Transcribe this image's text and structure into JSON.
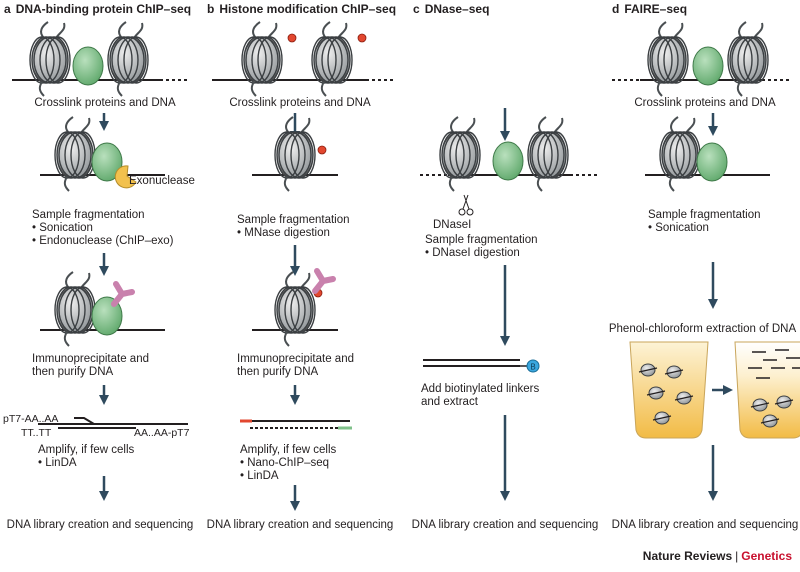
{
  "panels": [
    {
      "letter": "a",
      "title": "DNA-binding protein ChIP–seq",
      "step1": "Crosslink proteins and DNA",
      "enzyme": "Exonuclease",
      "frag_title": "Sample fragmentation",
      "frag_items": [
        "Sonication",
        "Endonuclease (ChIP–exo)"
      ],
      "ip_line1": "Immunoprecipitate and",
      "ip_line2": "then purify DNA",
      "adapter_top": "pT7-AA..AA",
      "adapter_bottom": "TT..TT",
      "adapter_right": "AA..AA-pT7",
      "amp_title": "Amplify, if few cells",
      "amp_items": [
        "LinDA"
      ],
      "final": "DNA library creation and sequencing"
    },
    {
      "letter": "b",
      "title": "Histone modification ChIP–seq",
      "step1": "Crosslink proteins and DNA",
      "frag_title": "Sample fragmentation",
      "frag_items": [
        "MNase digestion"
      ],
      "ip_line1": "Immunoprecipitate and",
      "ip_line2": "then purify DNA",
      "amp_title": "Amplify, if few cells",
      "amp_items": [
        "Nano-ChIP–seq",
        "LinDA"
      ],
      "final": "DNA library creation and sequencing"
    },
    {
      "letter": "c",
      "title": "DNase–seq",
      "enzyme": "DNaseI",
      "frag_title": "Sample fragmentation",
      "frag_items": [
        "DNaseI digestion"
      ],
      "biotin_symbol": "B",
      "linker_line1": "Add biotinylated linkers",
      "linker_line2": "and extract",
      "final": "DNA library creation and sequencing"
    },
    {
      "letter": "d",
      "title": "FAIRE–seq",
      "step1": "Crosslink proteins and DNA",
      "frag_title": "Sample fragmentation",
      "frag_items": [
        "Sonication"
      ],
      "extraction": "Phenol-chloroform extraction of DNA",
      "final": "DNA library creation and sequencing"
    }
  ],
  "credit": {
    "journal": "Nature Reviews",
    "section": "Genetics"
  },
  "colors": {
    "arrow": "#2f4a5e",
    "protein": "#7fc08a",
    "histone": "#b9bcbe",
    "mark": "#e2472f",
    "antibody": "#c981ad",
    "exonuclease": "#f2c14e",
    "biotin": "#3aa7df",
    "phase_top": "#fbe8b8",
    "phase_bottom": "#f3bf4e"
  }
}
